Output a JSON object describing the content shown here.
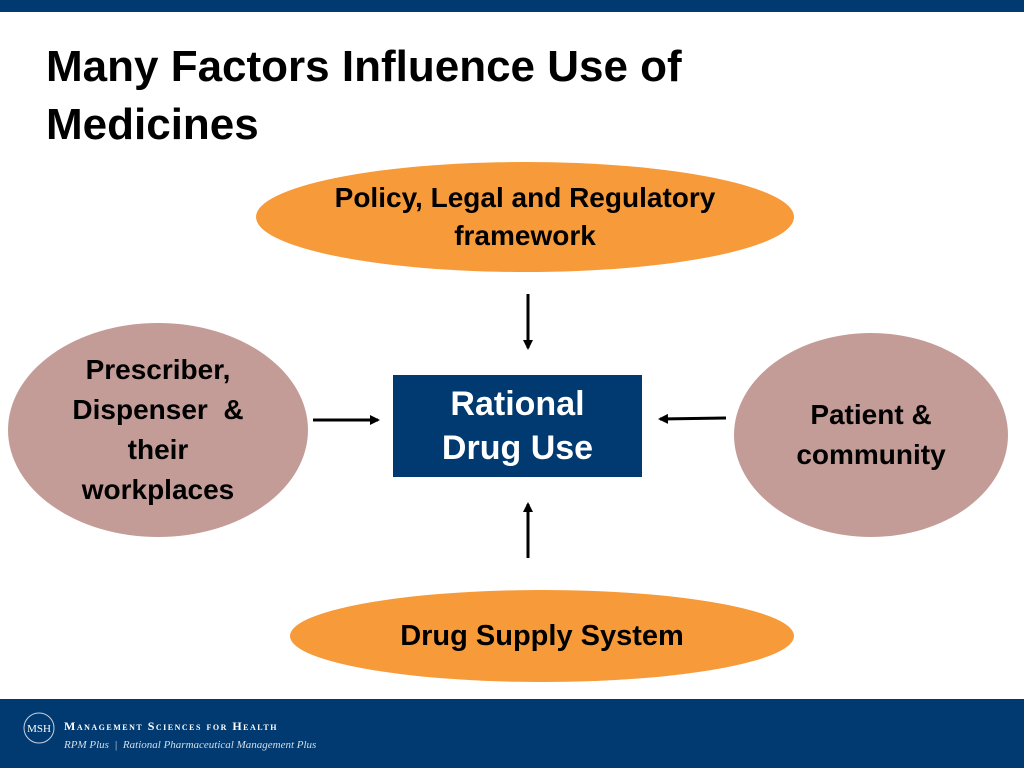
{
  "slide": {
    "title_line1": "Many Factors Influence Use of",
    "title_line2": "Medicines"
  },
  "diagram": {
    "top": {
      "line1": "Policy, Legal and Regulatory",
      "line2": "framework"
    },
    "left": {
      "line1": "Prescriber,",
      "line2": "Dispenser  &",
      "line3": "their",
      "line4": "workplaces"
    },
    "right": {
      "line1": "Patient &",
      "line2": "community"
    },
    "bottom": {
      "label": "Drug Supply System"
    },
    "center": {
      "line1": "Rational",
      "line2": "Drug Use"
    }
  },
  "footer": {
    "logo_text": "MSH",
    "org_name": "Management Sciences for Health",
    "program": "RPM Plus  |  Rational Pharmaceutical Management Plus"
  },
  "colors": {
    "navy": "#003a70",
    "orange": "#f79a3a",
    "mauve": "#c49c97"
  }
}
